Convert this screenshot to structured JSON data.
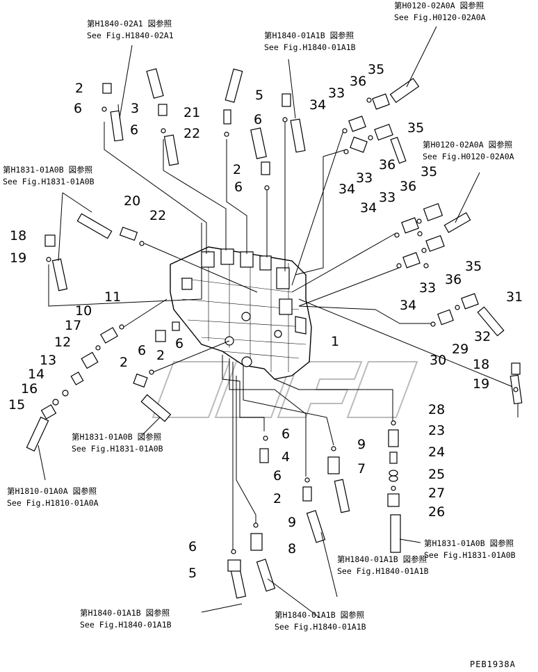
{
  "refs": {
    "r1": {
      "jp": "第H1840-02A1 図参照",
      "en": "See Fig.H1840-02A1"
    },
    "r2": {
      "jp": "第H1840-01A1B 図参照",
      "en": "See Fig.H1840-01A1B"
    },
    "r3": {
      "jp": "第H0120-02A0A 図参照",
      "en": "See Fig.H0120-02A0A"
    },
    "r4": {
      "jp": "第H0120-02A0A 図参照",
      "en": "See Fig.H0120-02A0A"
    },
    "r5": {
      "jp": "第H1831-01A0B 図参照",
      "en": "See Fig.H1831-01A0B"
    },
    "r6": {
      "jp": "第H1831-01A0B 図参照",
      "en": "See Fig.H1831-01A0B"
    },
    "r7": {
      "jp": "第H1810-01A0A 図参照",
      "en": "See Fig.H1810-01A0A"
    },
    "r8": {
      "jp": "第H1831-01A0B 図参照",
      "en": "See Fig.H1831-01A0B"
    },
    "r9": {
      "jp": "第H1840-01A1B 図参照",
      "en": "See Fig.H1840-01A1B"
    },
    "r10": {
      "jp": "第H1840-01A1B 図参照",
      "en": "See Fig.H1840-01A1B"
    },
    "r11": {
      "jp": "第H1840-01A1B 図参照",
      "en": "See Fig.H1840-01A1B"
    }
  },
  "labels": {
    "l1": "1",
    "l2a": "2",
    "l2b": "2",
    "l2c": "2",
    "l2d": "2",
    "l2e": "2",
    "l3": "3",
    "l4": "4",
    "l5a": "5",
    "l5b": "5",
    "l6a": "6",
    "l6b": "6",
    "l6c": "6",
    "l6d": "6",
    "l6e": "6",
    "l6f": "6",
    "l6g": "6",
    "l6h": "6",
    "l6i": "6",
    "l7": "7",
    "l8": "8",
    "l9a": "9",
    "l9b": "9",
    "l10": "10",
    "l11": "11",
    "l12": "12",
    "l13": "13",
    "l14": "14",
    "l15": "15",
    "l16": "16",
    "l17": "17",
    "l18a": "18",
    "l18b": "18",
    "l19a": "19",
    "l19b": "19",
    "l20": "20",
    "l21": "21",
    "l22a": "22",
    "l22b": "22",
    "l23": "23",
    "l24": "24",
    "l25": "25",
    "l26": "26",
    "l27": "27",
    "l28": "28",
    "l29": "29",
    "l30": "30",
    "l31": "31",
    "l32": "32",
    "l33a": "33",
    "l33b": "33",
    "l33c": "33",
    "l33d": "33",
    "l34a": "34",
    "l34b": "34",
    "l34c": "34",
    "l34d": "34",
    "l35a": "35",
    "l35b": "35",
    "l35c": "35",
    "l35d": "35",
    "l36a": "36",
    "l36b": "36",
    "l36c": "36",
    "l36d": "36"
  },
  "drawing_code": "PEB1938A"
}
